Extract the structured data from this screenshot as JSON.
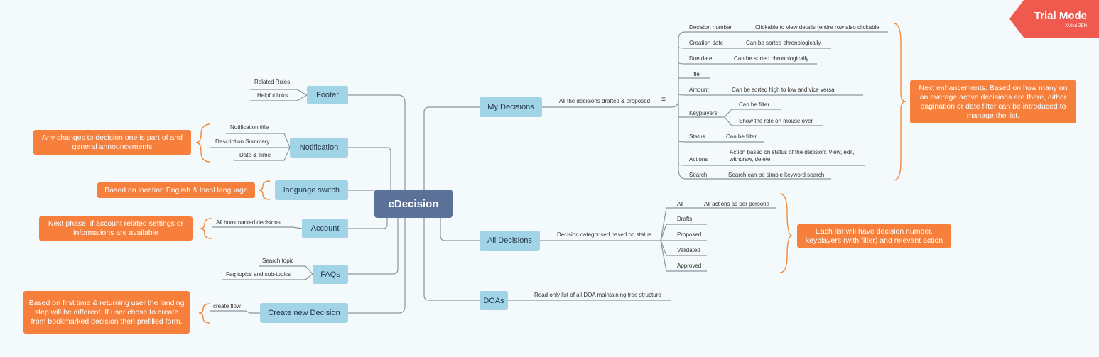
{
  "watermark": {
    "title": "Trial Mode",
    "subtitle": "XMind·ZEN"
  },
  "root": "eDecision",
  "left": {
    "footer": {
      "label": "Footer",
      "items": [
        "Related Rules",
        "Helpful links"
      ]
    },
    "notification": {
      "label": "Notification",
      "items": [
        "Notification title",
        "Description Summary",
        "Date & Time"
      ],
      "note": "Any changes to decision one is part of and general announcements"
    },
    "language": {
      "label": "language switch",
      "note": "Based on location English & local language"
    },
    "account": {
      "label": "Account",
      "items": [
        "All bookmarked decisions"
      ],
      "note": "Next phase: if account related settings or informations are available"
    },
    "faqs": {
      "label": "FAQs",
      "items": [
        "Search topic",
        "Faq topics and sub-topics"
      ]
    },
    "create": {
      "label": "Create new Decision",
      "items": [
        "create flow"
      ],
      "note": "Based on first time & returning user the landing step will be different. If user chose to create from bookmarked decision then prefilled form."
    }
  },
  "right": {
    "my": {
      "label": "My Decisions",
      "desc": "All the decisions drafted & proposed",
      "fields": [
        {
          "name": "Decision number",
          "detail": "Clickable to view details (entire row also clickable"
        },
        {
          "name": "Creation date",
          "detail": "Can be sorted chronologically"
        },
        {
          "name": "Due date",
          "detail": "Can be sorted chronologically"
        },
        {
          "name": "Title",
          "detail": ""
        },
        {
          "name": "Amount",
          "detail": "Can be sorted high to low and vice versa"
        },
        {
          "name": "Keyplayers",
          "detail": "Can be filter",
          "detail2": "Show the role on mouse over"
        },
        {
          "name": "Status",
          "detail": "Can be filter"
        },
        {
          "name": "Actions",
          "detail": "Action based on status of the decision: View, edit, withdraw, delete"
        },
        {
          "name": "Search",
          "detail": "Search can be simple keyword search"
        }
      ],
      "note": "Next enhancements: Based on how many on an average active decisions are there, either pagination or date filter can be introduced to manage the list."
    },
    "all": {
      "label": "All Decisions",
      "desc": "Decision categorised based on status",
      "items": [
        "All",
        "Drafts",
        "Proposed",
        "Validated",
        "Approved"
      ],
      "all_detail": "All actions as per persona",
      "note": "Each list will have decision number, keyplayers (with filter) and relevant action"
    },
    "doas": {
      "label": "DOAs",
      "desc": "Read only list of all DOA maintaining tree structure"
    }
  },
  "colors": {
    "background": "#f4f9fc",
    "main_topic": "#a2d4e8",
    "root": "#5b7198",
    "note": "#f57f3b",
    "bracket": "#f08a3e",
    "line": "#8a95a0",
    "watermark": "#f05a4e"
  }
}
